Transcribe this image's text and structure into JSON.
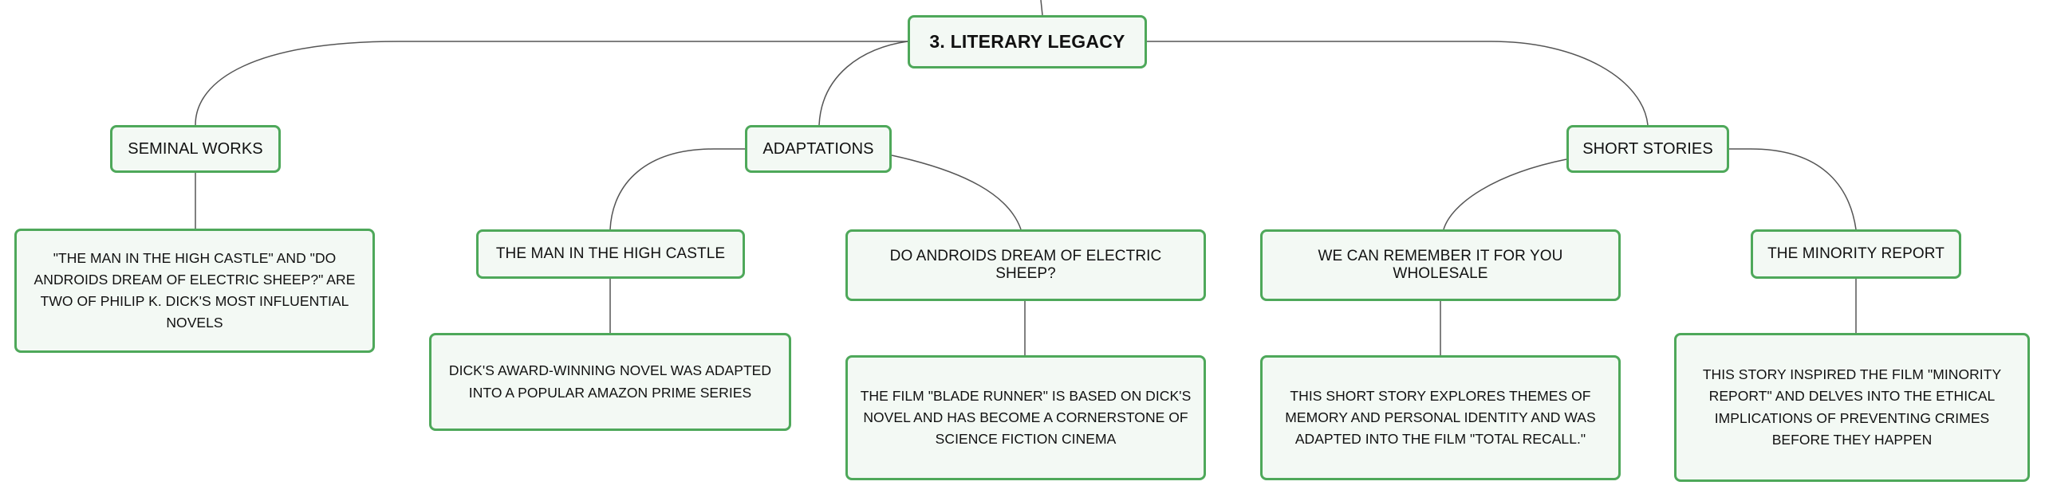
{
  "diagram": {
    "root": "3. LITERARY LEGACY",
    "branches": [
      {
        "label": "SEMINAL WORKS",
        "detail": "\"THE MAN IN THE HIGH CASTLE\" AND \"DO ANDROIDS DREAM OF ELECTRIC SHEEP?\" ARE TWO OF PHILIP K. DICK'S MOST INFLUENTIAL NOVELS"
      },
      {
        "label": "ADAPTATIONS",
        "children": [
          {
            "label": "THE MAN IN THE HIGH CASTLE",
            "detail": "DICK'S AWARD-WINNING NOVEL WAS ADAPTED INTO A POPULAR AMAZON PRIME SERIES"
          },
          {
            "label": "DO ANDROIDS DREAM OF ELECTRIC SHEEP?",
            "detail": "THE FILM \"BLADE RUNNER\" IS BASED ON DICK'S NOVEL AND HAS BECOME A CORNERSTONE OF SCIENCE FICTION CINEMA"
          }
        ]
      },
      {
        "label": "SHORT STORIES",
        "children": [
          {
            "label": "WE CAN REMEMBER IT FOR YOU WHOLESALE",
            "detail": "THIS SHORT STORY EXPLORES THEMES OF MEMORY AND PERSONAL IDENTITY AND WAS ADAPTED INTO THE FILM \"TOTAL RECALL.\""
          },
          {
            "label": "THE MINORITY REPORT",
            "detail": "THIS STORY INSPIRED THE FILM \"MINORITY REPORT\" AND DELVES INTO THE ETHICAL IMPLICATIONS OF PREVENTING CRIMES BEFORE THEY HAPPEN"
          }
        ]
      }
    ]
  },
  "colors": {
    "node_border": "#4ea85a",
    "node_fill": "#f3f9f4",
    "connector": "#555555",
    "text": "#111111"
  }
}
